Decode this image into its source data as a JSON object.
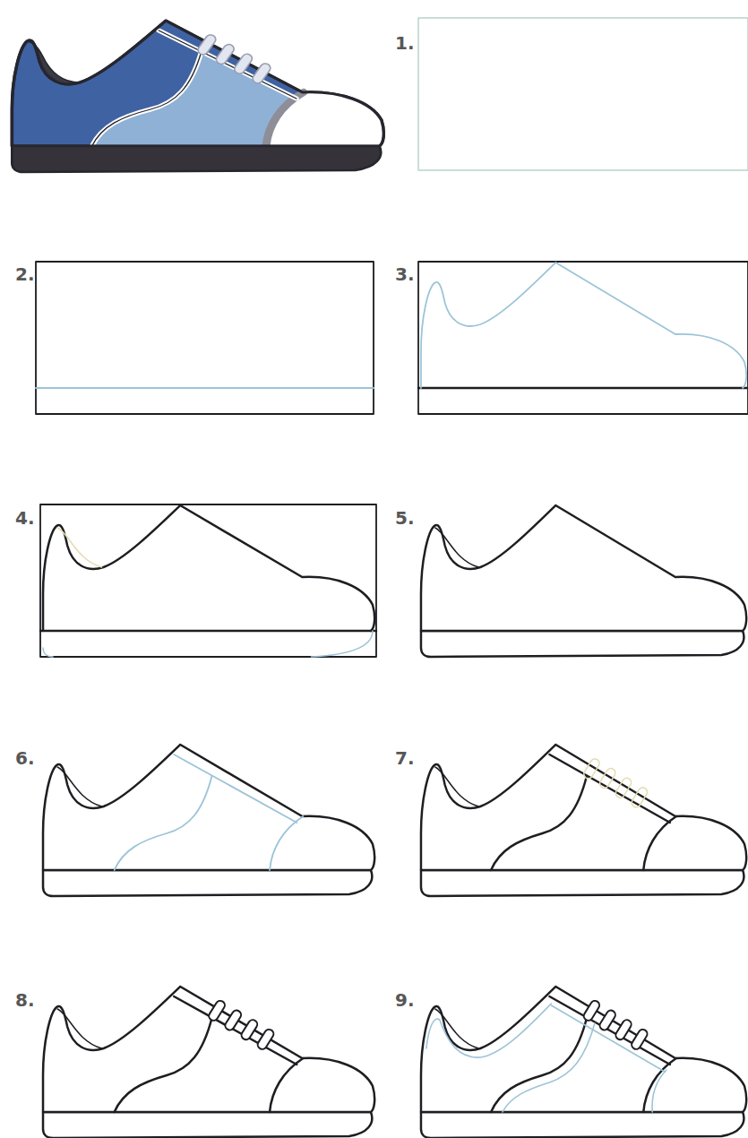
{
  "diagram": {
    "labels": [
      "1.",
      "2.",
      "3.",
      "4.",
      "5.",
      "6.",
      "7.",
      "8.",
      "9."
    ]
  }
}
